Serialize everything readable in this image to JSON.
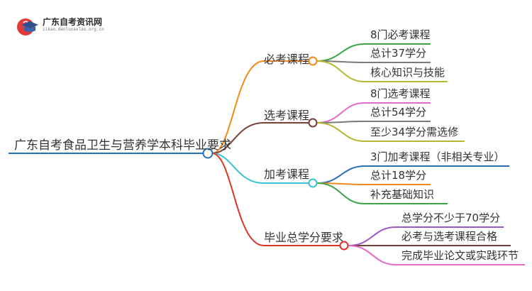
{
  "logo": {
    "title": "广东自考资讯网",
    "subtitle": "zikao.danlunaxlas.org.cn",
    "icon": "graduation-cap-icon"
  },
  "root": {
    "label": "广东自考食品卫生与营养学本科毕业要求",
    "color": "#2a6fb5"
  },
  "branches": [
    {
      "label": "必考课程",
      "color": "#f28a1e",
      "leaves": [
        {
          "label": "8门必考课程",
          "color": "#3aa545"
        },
        {
          "label": "总计37学分",
          "color": "#7a7a7a"
        },
        {
          "label": "核心知识与技能",
          "color": "#b5b830"
        }
      ]
    },
    {
      "label": "选考课程",
      "color": "#7a3f35",
      "leaves": [
        {
          "label": "8门选考课程",
          "color": "#e56ac9"
        },
        {
          "label": "总计54学分",
          "color": "#7a7a7a"
        },
        {
          "label": "至少34学分需选修",
          "color": "#b5b830"
        }
      ]
    },
    {
      "label": "加考课程",
      "color": "#39c3d3",
      "leaves": [
        {
          "label": "3门加考课程（非相关专业）",
          "color": "#2a6fb5"
        },
        {
          "label": "总计18学分",
          "color": "#f28a1e"
        },
        {
          "label": "补充基础知识",
          "color": "#3aa545"
        }
      ]
    },
    {
      "label": "毕业总学分要求",
      "color": "#d9352b",
      "leaves": [
        {
          "label": "总学分不少于70学分",
          "color": "#9b59c9"
        },
        {
          "label": "必考与选考课程合格",
          "color": "#7a3f35"
        },
        {
          "label": "完成毕业论文或实践环节",
          "color": "#e56ac9"
        }
      ]
    }
  ]
}
